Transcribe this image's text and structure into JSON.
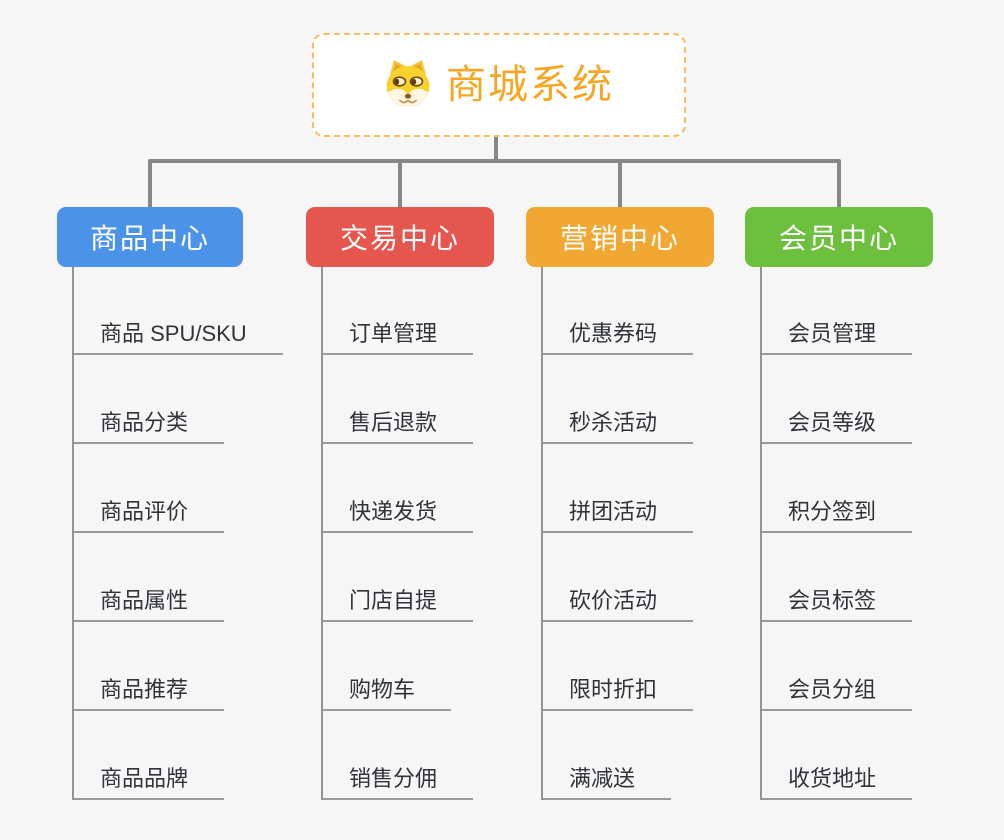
{
  "root": {
    "title": "商城系统",
    "icon": "shiba-dog-icon",
    "accent_color": "#f5a623",
    "border_color": "#f6bd63"
  },
  "connector_color": "#878787",
  "branches": [
    {
      "label": "商品中心",
      "color": "#4b92e9",
      "items": [
        "商品 SPU/SKU",
        "商品分类",
        "商品评价",
        "商品属性",
        "商品推荐",
        "商品品牌"
      ]
    },
    {
      "label": "交易中心",
      "color": "#e5564f",
      "items": [
        "订单管理",
        "售后退款",
        "快递发货",
        "门店自提",
        "购物车",
        "销售分佣"
      ]
    },
    {
      "label": "营销中心",
      "color": "#f0a832",
      "items": [
        "优惠券码",
        "秒杀活动",
        "拼团活动",
        "砍价活动",
        "限时折扣",
        "满减送"
      ]
    },
    {
      "label": "会员中心",
      "color": "#6dc03d",
      "items": [
        "会员管理",
        "会员等级",
        "积分签到",
        "会员标签",
        "会员分组",
        "收货地址"
      ]
    }
  ]
}
